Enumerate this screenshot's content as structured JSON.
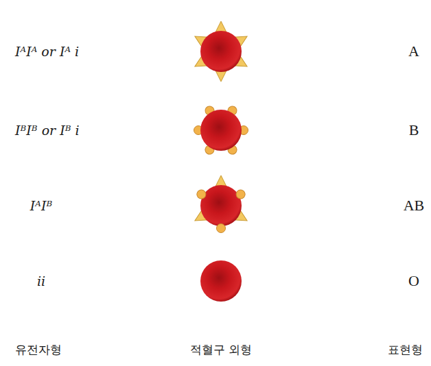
{
  "diagram": {
    "labels": [
      "IᴬIᴬ or Iᴬ i",
      "A",
      "IᴮIᴮ or Iᴮ i",
      "B",
      "IᴬIᴮ",
      "AB",
      "ii",
      "O",
      "유전자형",
      "적혈구 외형",
      "표현형"
    ]
  }
}
